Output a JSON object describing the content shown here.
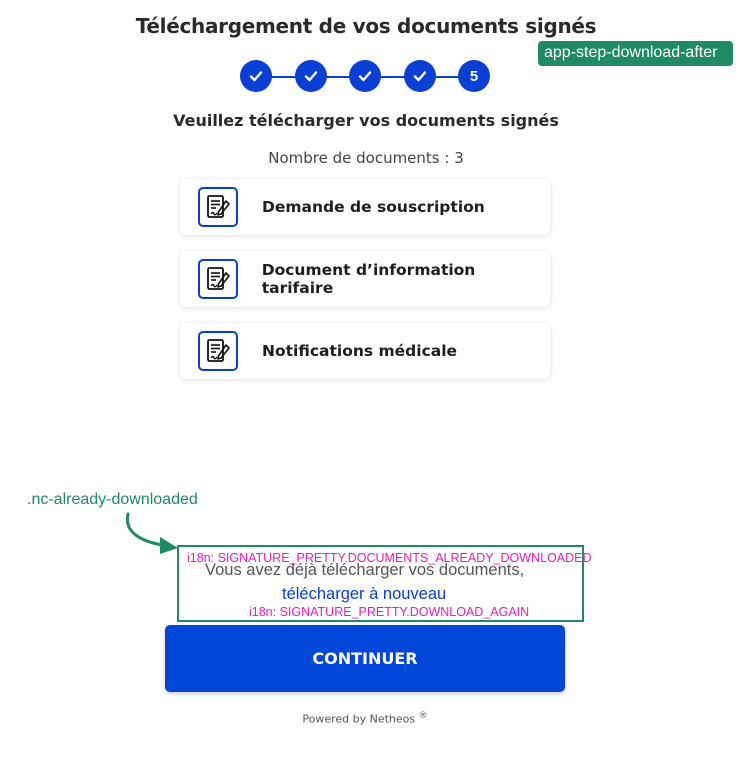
{
  "page": {
    "title": "Téléchargement de vos documents signés",
    "component_tag": "app-step-download-after",
    "subtitle": "Veuillez télécharger vos documents signés",
    "document_count": "Nombre de documents : 3"
  },
  "stepper": {
    "steps": [
      {
        "state": "done",
        "label": "✓"
      },
      {
        "state": "done",
        "label": "✓"
      },
      {
        "state": "done",
        "label": "✓"
      },
      {
        "state": "done",
        "label": "✓"
      },
      {
        "state": "current",
        "label": "5"
      }
    ]
  },
  "documents": [
    {
      "label": "Demande de souscription",
      "icon": "signed-document-icon"
    },
    {
      "label": "Document d’information tarifaire",
      "icon": "signed-document-icon"
    },
    {
      "label": "Notifications médicale",
      "icon": "signed-document-icon"
    }
  ],
  "annotation": {
    "class_label": ".nc-already-downloaded",
    "i18n_already": "i18n: SIGNATURE_PRETTY.DOCUMENTS_ALREADY_DOWNLOADED",
    "i18n_again": "i18n: SIGNATURE_PRETTY.DOWNLOAD_AGAIN"
  },
  "already_downloaded": {
    "text": "Vous avez déjà télécharger vos documents,",
    "link": "télécharger à nouveau"
  },
  "actions": {
    "continue_label": "CONTINUER"
  },
  "footer": {
    "powered_by": "Powered by Netheos",
    "registered": "®"
  },
  "colors": {
    "primary": "#0046d8",
    "annotation": "#1f8a63",
    "i18n": "#e61fbd"
  }
}
